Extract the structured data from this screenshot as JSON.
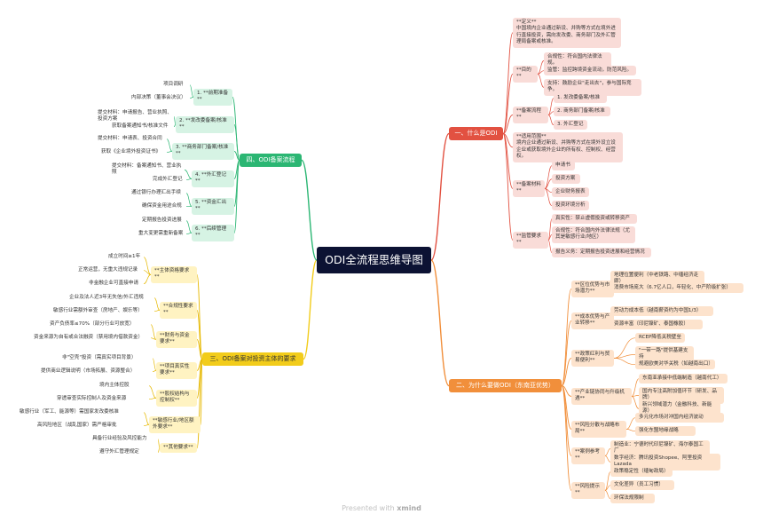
{
  "central": "ODI全流程思维导图",
  "footer": {
    "prefix": "Presented with",
    "brand": "xmind"
  },
  "branches": {
    "b1": {
      "label": "一、什么是ODI",
      "sub": {
        "def": {
          "label": "**定义**",
          "text": "中国境内企业通过新设、并购等方式在境外进行直接投资，需向发改委、商务部门及外汇管理局备案或核准。"
        },
        "purpose": {
          "label": "**目的**",
          "items": [
            "合规性：符合国内法律法规。",
            "监管：监控跨境资金流动，防范风险。",
            "支持：鼓励企业\"走出去\"，参与国际竞争。"
          ]
        },
        "process": {
          "label": "**备案流程**",
          "items": [
            "1. 发改委备案/核准",
            "2. 商务部门备案/核准",
            "3. 外汇登记"
          ]
        },
        "scope": {
          "label": "**适用范围**",
          "text": "境内企业通过新设、并购等方式在境外设立设企业或获取境外企业的所有权、控制权、经营权。"
        },
        "materials": {
          "label": "**备案材料**",
          "items": [
            "申请书",
            "投资方案",
            "企业财务报表",
            "投资环境分析"
          ]
        },
        "supervise": {
          "label": "**监管要求**",
          "items": [
            "真实性：禁止虚假投资或转移资产",
            "合规性：符合国内外法律法规（尤其是敏感行业/地区）",
            "报告义务：定期报告投资进展和经营情况"
          ]
        }
      }
    },
    "b2": {
      "label": "二、为什么要做ODI（东南亚优势）",
      "sub": {
        "region": {
          "label": "**区位优势与市场潜力**",
          "items": [
            "地理位置便利（中老铁路、中缅经济走廊）",
            "消费市场庞大（6.7亿人口，年轻化、中产阶级扩张）"
          ]
        },
        "cost": {
          "label": "**成本优势与产业转移**",
          "items": [
            "劳动力成本低（越南薪资约为中国1/3）",
            "资源丰富（印尼镍矿、泰国橡胶）"
          ]
        },
        "policy": {
          "label": "**政策红利与贸易便利**",
          "items": [
            "RCEP降低关税壁垒",
            "\"一带一路\"提供基建支持",
            "规避欧美对华关税（如越南出口）"
          ]
        },
        "industry": {
          "label": "**产业链协同与升级机遇**",
          "items": [
            "东南亚承接中低端制造（越南代工）",
            "国内专注高附加值环节（研发、品牌）",
            "新兴领域潜力（金融科技、新能源）"
          ]
        },
        "risk": {
          "label": "**风险分散与战略布局**",
          "items": [
            "多元化市场对冲国内经济波动",
            "强化东盟地缘战略"
          ]
        },
        "cases": {
          "label": "**案例参考**",
          "items": [
            "制造业：宁德时代印尼镍矿、海尔泰国工厂",
            "数字经济：腾讯投资Shopee、阿里投资Lazada"
          ]
        },
        "warn": {
          "label": "**风险提示**",
          "items": [
            "政策稳定性（缅甸政局）",
            "文化差异（员工习惯）",
            "环保法规限制"
          ]
        }
      }
    },
    "b3": {
      "label": "三、ODI备案对投资主体的要求",
      "sub": {
        "qual": {
          "label": "**主体资格要求**",
          "items": [
            "成立时间≥1年",
            "正常运营，无重大违规记录",
            "非金融企业可直接申请"
          ]
        },
        "comp": {
          "label": "**合规性要求**",
          "items": [
            "企业及法人近3年无失信/外汇违规",
            "敏感行业需额外审查（房地产、娱乐等）"
          ]
        },
        "fin": {
          "label": "**财务与资金要求**",
          "items": [
            "资产负债率≤70%（部分行业可放宽）",
            "资金来源为自有或合法融资（禁用境内借款资金）"
          ]
        },
        "proj": {
          "label": "**项目真实性要求**",
          "items": [
            "非\"空壳\"投资（需真实项目背景）",
            "提供商业逻辑说明（市场拓展、资源整合）"
          ]
        },
        "equity": {
          "label": "**股权结构与控制权**",
          "items": [
            "境内主体控股",
            "穿透审查实际控制人及资金来源"
          ]
        },
        "sensitive": {
          "label": "**敏感行业/地区额外要求**",
          "items": [
            "敏感行业（军工、能源等）需国家发改委核准",
            "高风险地区（战乱国家）需严格审批"
          ]
        },
        "other": {
          "label": "**其他要求**",
          "items": [
            "具备行业经验及风控能力",
            "遵守外汇管理规定"
          ]
        }
      }
    },
    "b4": {
      "label": "四、ODI备案流程",
      "sub": {
        "pre": {
          "label": "1. **前期准备**",
          "items": [
            "项目调研",
            "内部决策（董事会决议）"
          ]
        },
        "ndrc": {
          "label": "2. **发改委备案/核准**",
          "items": [
            "提交材料：申请报告、营业执照、投资方案",
            "获取备案通知书/核准文件"
          ]
        },
        "mofcom": {
          "label": "3. **商务部门备案/核准**",
          "items": [
            "提交材料：申请表、投资合同",
            "获取《企业境外投资证书》"
          ]
        },
        "fx": {
          "label": "4. **外汇登记**",
          "items": [
            "提交材料：备案通知书、营业执照",
            "完成外汇登记"
          ]
        },
        "remit": {
          "label": "5. **资金汇出**",
          "items": [
            "通过银行办理汇出手续",
            "确保资金用途合规"
          ]
        },
        "post": {
          "label": "6. **后续管理**",
          "items": [
            "定期报告投资进展",
            "重大变更需重新备案"
          ]
        }
      }
    }
  },
  "colors": {
    "b1": "#e25141",
    "b2": "#f18f3b",
    "b3": "#f2cc1b",
    "b4": "#2bb673",
    "central": "#0c1233"
  }
}
